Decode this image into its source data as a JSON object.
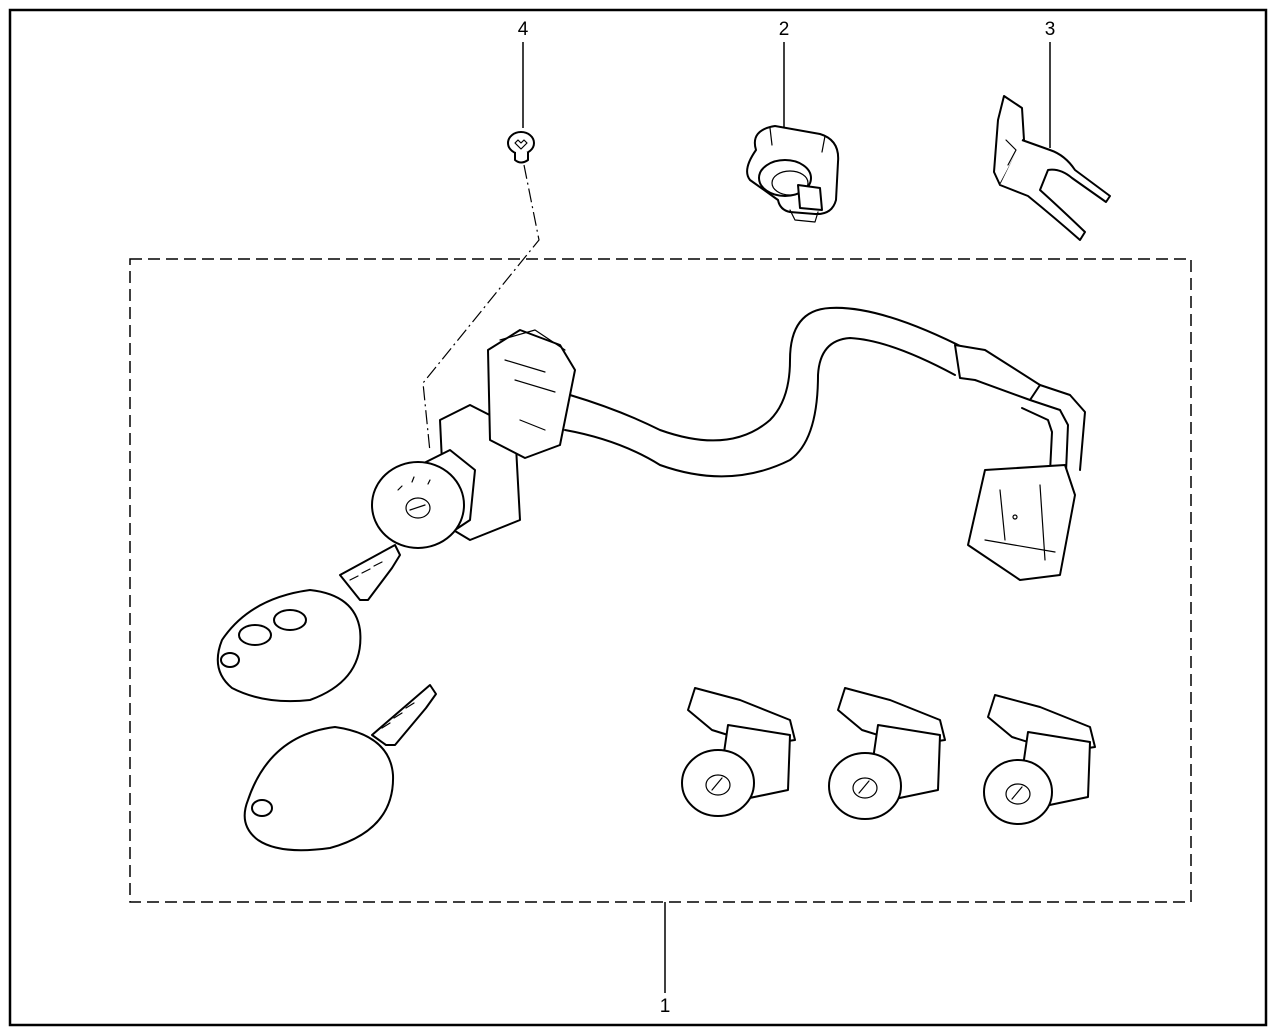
{
  "callouts": [
    {
      "id": "4",
      "label": "4"
    },
    {
      "id": "2",
      "label": "2"
    },
    {
      "id": "3",
      "label": "3"
    },
    {
      "id": "1",
      "label": "1"
    }
  ],
  "parts": [
    {
      "callout": "1",
      "name": "kit-assembly-boundary"
    },
    {
      "callout": "2",
      "name": "plastic-clip"
    },
    {
      "callout": "3",
      "name": "metal-bracket"
    },
    {
      "callout": "4",
      "name": "torx-screw"
    }
  ]
}
